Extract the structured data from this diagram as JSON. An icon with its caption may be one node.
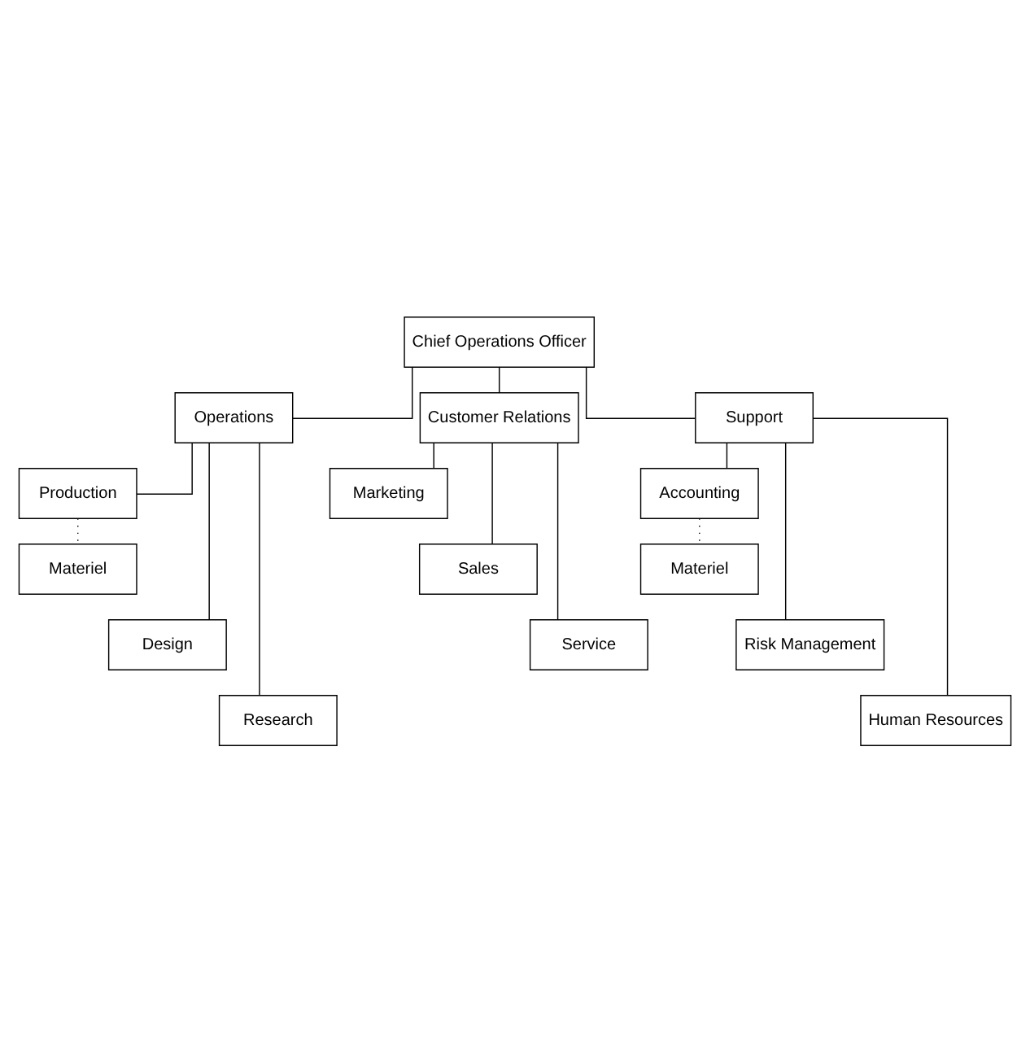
{
  "diagram": {
    "nodes": [
      {
        "text": [
          "Chief Operations Officer"
        ]
      },
      {
        "text": [
          "Operations"
        ]
      },
      {
        "text": [
          "Customer Relations"
        ]
      },
      {
        "text": [
          "Support"
        ]
      },
      {
        "text": [
          "Production"
        ]
      },
      {
        "text": [
          "Materiel"
        ]
      },
      {
        "text": [
          "Design"
        ]
      },
      {
        "text": [
          "Research"
        ]
      },
      {
        "text": [
          "Marketing"
        ]
      },
      {
        "text": [
          "Sales"
        ]
      },
      {
        "text": [
          "Service"
        ]
      },
      {
        "text": [
          "Accounting"
        ]
      },
      {
        "text": [
          "Materiel"
        ]
      },
      {
        "text": [
          "Risk Management"
        ]
      },
      {
        "text": [
          "Human Resources"
        ]
      }
    ],
    "edges": [
      {
        "from": 0,
        "to": 1,
        "arrow": "none"
      },
      {
        "from": 0,
        "to": 2,
        "arrow": "none"
      },
      {
        "from": 0,
        "to": 3,
        "arrow": "none"
      },
      {
        "from": 1,
        "to": 4,
        "arrow": "none"
      },
      {
        "from": 4,
        "to": 5,
        "arrow": "none",
        "style": "dashed"
      },
      {
        "from": 1,
        "to": 6,
        "arrow": "none"
      },
      {
        "from": 1,
        "to": 7,
        "arrow": "none"
      },
      {
        "from": 2,
        "to": 8,
        "arrow": "none"
      },
      {
        "from": 2,
        "to": 9,
        "arrow": "none"
      },
      {
        "from": 2,
        "to": 10,
        "arrow": "none"
      },
      {
        "from": 3,
        "to": 11,
        "arrow": "none"
      },
      {
        "from": 11,
        "to": 12,
        "arrow": "none",
        "style": "dashed"
      },
      {
        "from": 3,
        "to": 13,
        "arrow": "none"
      },
      {
        "from": 3,
        "to": 14,
        "arrow": "none"
      }
    ]
  }
}
